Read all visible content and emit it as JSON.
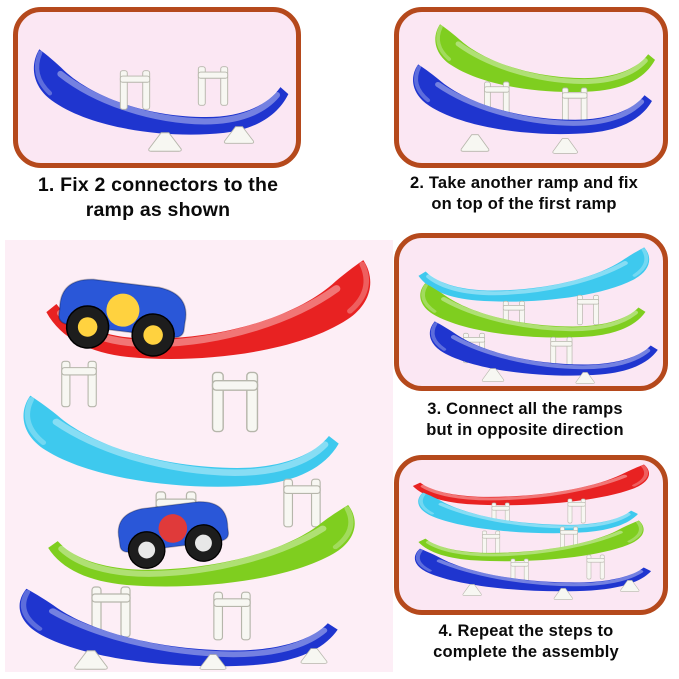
{
  "page": {
    "background": "#ffffff"
  },
  "colors": {
    "page_bg": "#ffffff",
    "panel_border": "#b5491c",
    "panel_bg": "#fbe7f3",
    "photo_bg": "#fdeef6",
    "text": "#0a0a0a",
    "ramp_blue": "#1f35cf",
    "ramp_green": "#7fce1f",
    "ramp_cyan": "#3ec9ee",
    "ramp_red": "#e82222",
    "white_plastic": "#f7f7f2",
    "hub": "#ffd23f",
    "car_blue": "#2a57d8"
  },
  "steps": [
    {
      "number": 1,
      "caption": "1. Fix 2 connectors to the\nramp as shown"
    },
    {
      "number": 2,
      "caption": "2. Take another ramp and fix\non top of the first ramp"
    },
    {
      "number": 3,
      "caption": "3. Connect all the ramps\nbut in opposite direction"
    },
    {
      "number": 4,
      "caption": "4. Repeat the steps to\ncomplete the assembly"
    }
  ]
}
